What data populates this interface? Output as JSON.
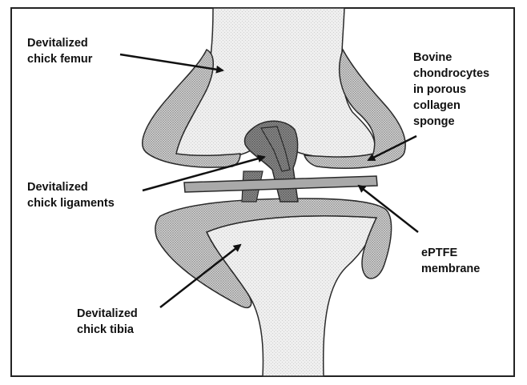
{
  "labels": {
    "femur": [
      "Devitalized",
      "chick femur"
    ],
    "chondrocytes": [
      "Bovine",
      "chondrocytes",
      "in porous",
      "collagen",
      "sponge"
    ],
    "ligaments": [
      "Devitalized",
      "chick ligaments"
    ],
    "membrane": [
      "ePTFE",
      "membrane"
    ],
    "tibia": [
      "Devitalized",
      "chick tibia"
    ]
  },
  "colors": {
    "frame": "#222222",
    "bone_fill": "#efefef",
    "sponge_fill": "#d6d6d6",
    "ligament_fill": "#8e8e8e",
    "membrane_fill": "#a9a9a9",
    "outline": "#2a2a2a",
    "arrow": "#111111"
  }
}
